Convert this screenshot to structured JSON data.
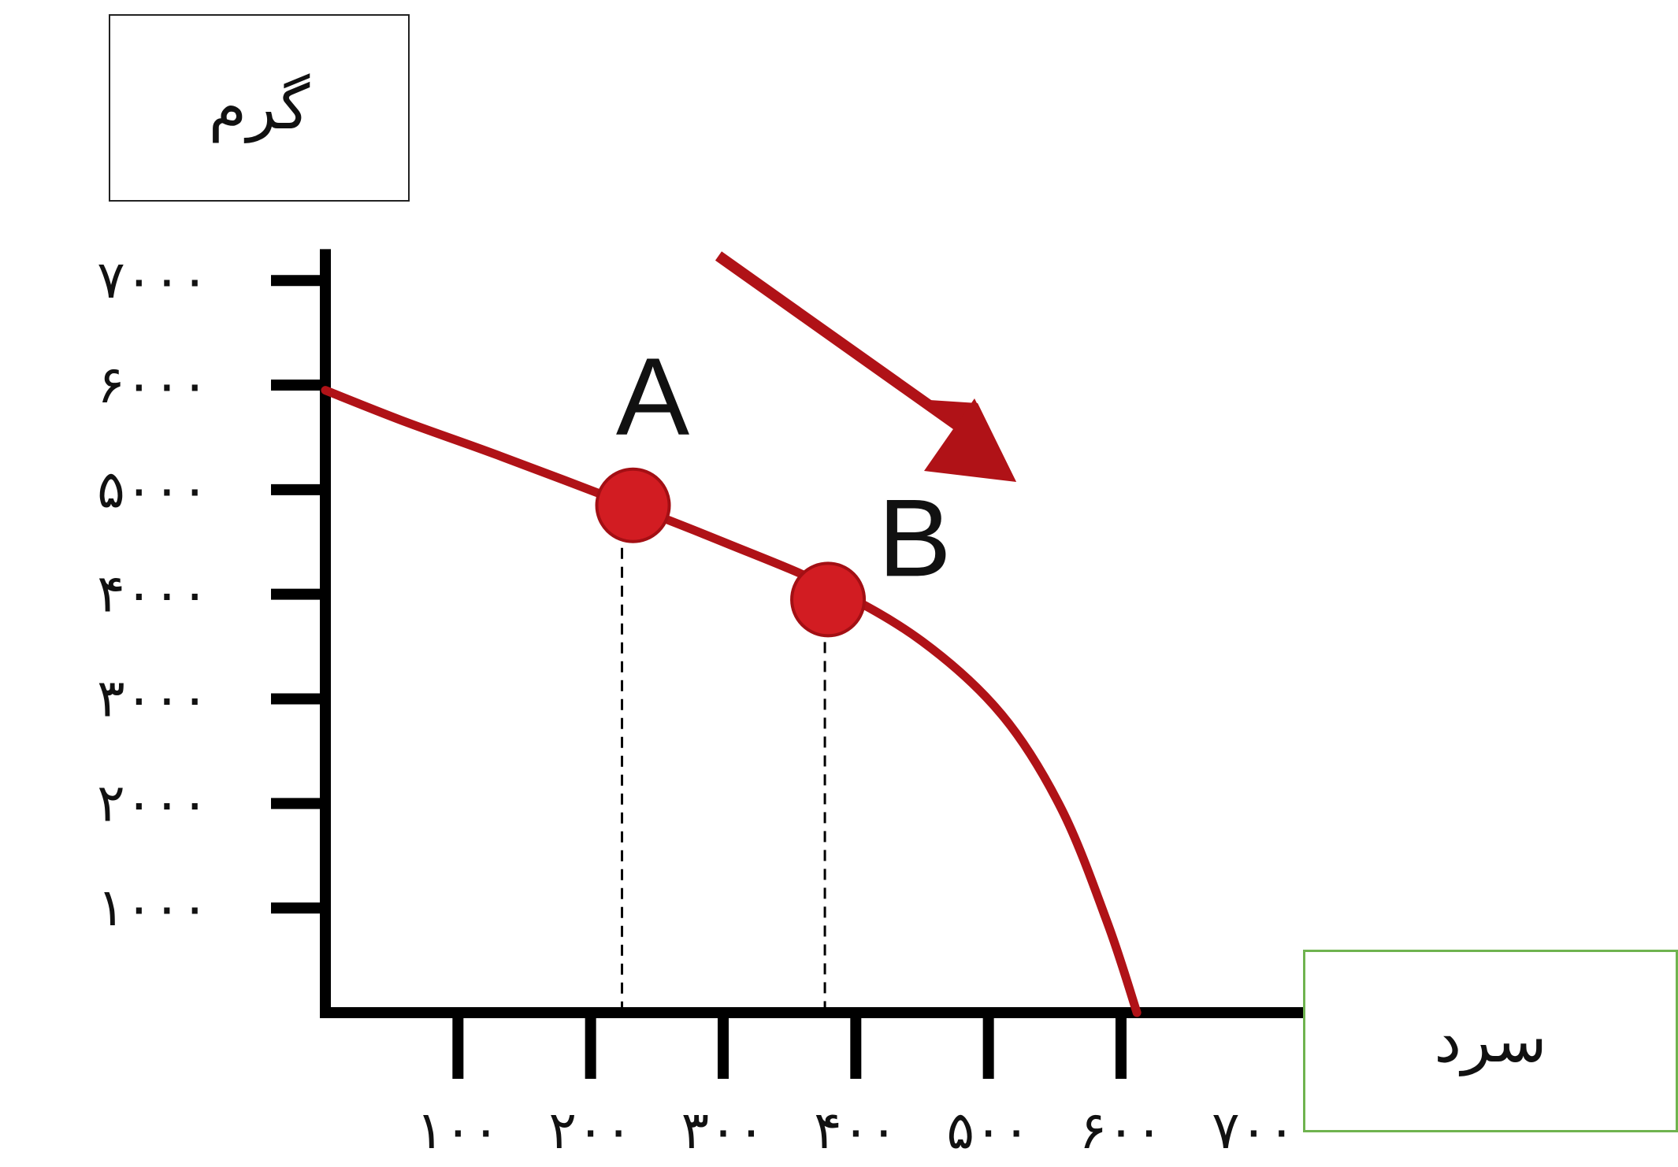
{
  "chart_data": {
    "type": "line",
    "ylabel": "گرم",
    "xlabel": "سرد",
    "x_ticks": [
      {
        "value": 100,
        "label": "۱۰۰"
      },
      {
        "value": 200,
        "label": "۲۰۰"
      },
      {
        "value": 300,
        "label": "۳۰۰"
      },
      {
        "value": 400,
        "label": "۴۰۰"
      },
      {
        "value": 500,
        "label": "۵۰۰"
      },
      {
        "value": 600,
        "label": "۶۰۰"
      },
      {
        "value": 700,
        "label": "۷۰۰"
      }
    ],
    "y_ticks": [
      {
        "value": 1000,
        "label": "۱۰۰۰"
      },
      {
        "value": 2000,
        "label": "۲۰۰۰"
      },
      {
        "value": 3000,
        "label": "۳۰۰۰"
      },
      {
        "value": 4000,
        "label": "۴۰۰۰"
      },
      {
        "value": 5000,
        "label": "۵۰۰۰"
      },
      {
        "value": 6000,
        "label": "۶۰۰۰"
      },
      {
        "value": 7000,
        "label": "۷۰۰۰"
      }
    ],
    "xlim": [
      0,
      760
    ],
    "ylim": [
      0,
      7300
    ],
    "series": [
      {
        "points": [
          [
            0,
            5950
          ],
          [
            60,
            5650
          ],
          [
            130,
            5330
          ],
          [
            230,
            4850
          ],
          [
            300,
            4500
          ],
          [
            380,
            4070
          ],
          [
            450,
            3550
          ],
          [
            510,
            2850
          ],
          [
            555,
            1950
          ],
          [
            590,
            850
          ],
          [
            612,
            0
          ]
        ]
      }
    ],
    "points": [
      {
        "label": "A",
        "x": 232,
        "y": 4850
      },
      {
        "label": "B",
        "x": 385,
        "y": 3950
      }
    ],
    "colors": {
      "curve": "#b01217",
      "point": "#d21c22",
      "axis": "#000000",
      "arrow": "#b01217"
    }
  }
}
